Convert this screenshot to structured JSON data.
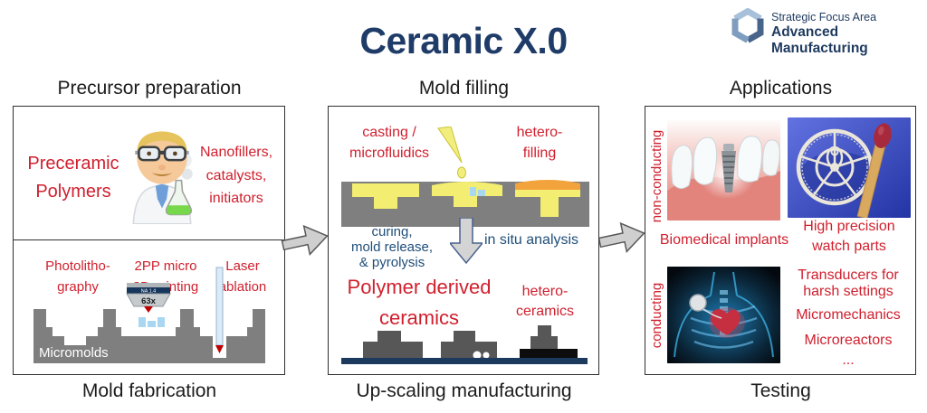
{
  "title": "Ceramic X.0",
  "logo": {
    "line1": "Strategic Focus Area",
    "line2": "Advanced Manufacturing"
  },
  "colors": {
    "navy": "#1f3c68",
    "red": "#d0202e",
    "blue_text": "#1f4e79",
    "mold_gray": "#7f7f7f",
    "fill_yellow": "#f3ee71",
    "fill_orange": "#f3a33b",
    "ceramic_dark": "#575757",
    "baseline_navy": "#1c3a5e",
    "arrow_gray": "#cfcfcf"
  },
  "icons": {
    "logo": "hexagon-cube",
    "scientist": "scientist-with-flask",
    "pipette": "pipette-with-drop",
    "objective": "microscope-objective",
    "laser": "laser-beam",
    "flow_arrow": "right-block-arrow",
    "process_arrow": "down-block-arrow"
  },
  "sections": {
    "left": {
      "header": "Precursor preparation",
      "footer": "Mold fabrication",
      "preceramic": "Preceramic\nPolymers",
      "additives": "Nanofillers,\ncatalysts,\ninitiators",
      "methods": [
        "Photolitho-\ngraphy",
        "2PP micro\n3D printing",
        "Laser\nablation"
      ],
      "objective": {
        "na": "NA 1.4",
        "mag": "63x"
      },
      "micromolds": "Micromolds"
    },
    "middle": {
      "header": "Mold filling",
      "footer": "Up-scaling manufacturing",
      "casting": "casting /\nmicrofluidics",
      "hetero_filling": "hetero-\nfilling",
      "curing": "curing,\nmold release,\n& pyrolysis",
      "in_situ": "in situ analysis",
      "pdc": "Polymer derived\nceramics",
      "hetero_ceramics": "hetero-\nceramics"
    },
    "right": {
      "header": "Applications",
      "footer": "Testing",
      "row_labels": {
        "top": "non-conducting",
        "bottom": "conducting"
      },
      "biomedical": "Biomedical implants",
      "watch": "High precision\nwatch parts",
      "transducers": "Transducers for\nharsh settings",
      "micromechanics": "Micromechanics",
      "microreactors": "Microreactors",
      "more": "..."
    }
  }
}
